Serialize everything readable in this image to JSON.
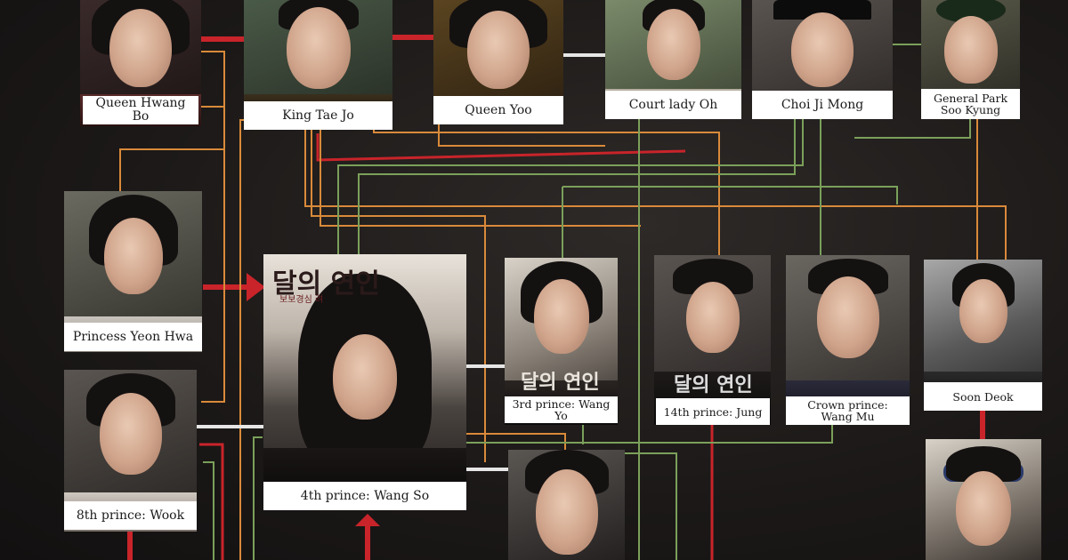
{
  "diagram": {
    "characters": [
      {
        "id": "queen_hwang_bo",
        "name": "Queen Hwang Bo"
      },
      {
        "id": "king_tae_jo",
        "name": "King Tae Jo"
      },
      {
        "id": "queen_yoo",
        "name": "Queen Yoo"
      },
      {
        "id": "court_lady_oh",
        "name": "Court lady Oh"
      },
      {
        "id": "choi_ji_mong",
        "name": "Choi Ji Mong"
      },
      {
        "id": "general_park",
        "name": "General Park\nSoo Kyung"
      },
      {
        "id": "princess_yeon_hwa",
        "name": "Princess Yeon Hwa"
      },
      {
        "id": "wang_so",
        "name": "4th prince: Wang So"
      },
      {
        "id": "wang_yo",
        "name": "3rd prince: Wang Yo"
      },
      {
        "id": "jung",
        "name": "14th prince: Jung"
      },
      {
        "id": "wang_mu",
        "name": "Crown prince:\nWang Mu"
      },
      {
        "id": "soon_deok",
        "name": "Soon Deok"
      },
      {
        "id": "wook",
        "name": "8th prince: Wook"
      }
    ],
    "poster": {
      "title": "달의 연인",
      "subtitle": "보보경심 려"
    },
    "colors": {
      "red": "#c8242a",
      "orange": "#d98a3a",
      "green": "#7ba05a",
      "white": "#e6e6e6",
      "background": "#1a1716"
    }
  }
}
